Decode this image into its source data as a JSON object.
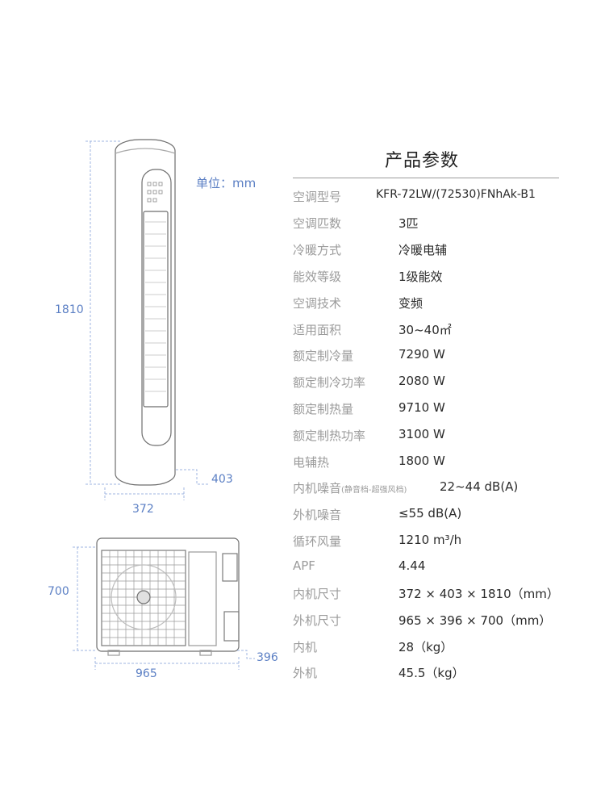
{
  "header": {
    "title": "产品参数",
    "unit": "单位：mm"
  },
  "dimensions": {
    "indoor_height": "1810",
    "indoor_width": "372",
    "indoor_depth": "403",
    "outdoor_height": "700",
    "outdoor_width": "965",
    "outdoor_depth": "396"
  },
  "specs": [
    {
      "label": "空调型号",
      "value": "KFR-72LW/(72530)FNhAk-B1"
    },
    {
      "label": "空调匹数",
      "value": "3匹"
    },
    {
      "label": "冷暖方式",
      "value": "冷暖电辅"
    },
    {
      "label": "能效等级",
      "value": "1级能效"
    },
    {
      "label": "空调技术",
      "value": "变频"
    },
    {
      "label": "适用面积",
      "value": "30~40㎡"
    },
    {
      "label": "额定制冷量",
      "value": "7290 W"
    },
    {
      "label": "额定制冷功率",
      "value": "2080 W"
    },
    {
      "label": "额定制热量",
      "value": "9710 W"
    },
    {
      "label": "额定制热功率",
      "value": "3100 W"
    },
    {
      "label": "电辅热",
      "value": "1800 W"
    },
    {
      "label": "内机噪音",
      "label_note": "(静音档-超强风档)",
      "value": "22~44 dB(A)"
    },
    {
      "label": "外机噪音",
      "value": "≤55 dB(A)"
    },
    {
      "label": "循环风量",
      "value": "1210 m³/h"
    },
    {
      "label": "APF",
      "value": "4.44"
    },
    {
      "label": "内机尺寸",
      "value": "372 × 403 × 1810（mm）"
    },
    {
      "label": "外机尺寸",
      "value": "965 × 396 × 700（mm）"
    },
    {
      "label": "内机",
      "value": "28（kg）"
    },
    {
      "label": "外机",
      "value": "45.5（kg）"
    }
  ]
}
